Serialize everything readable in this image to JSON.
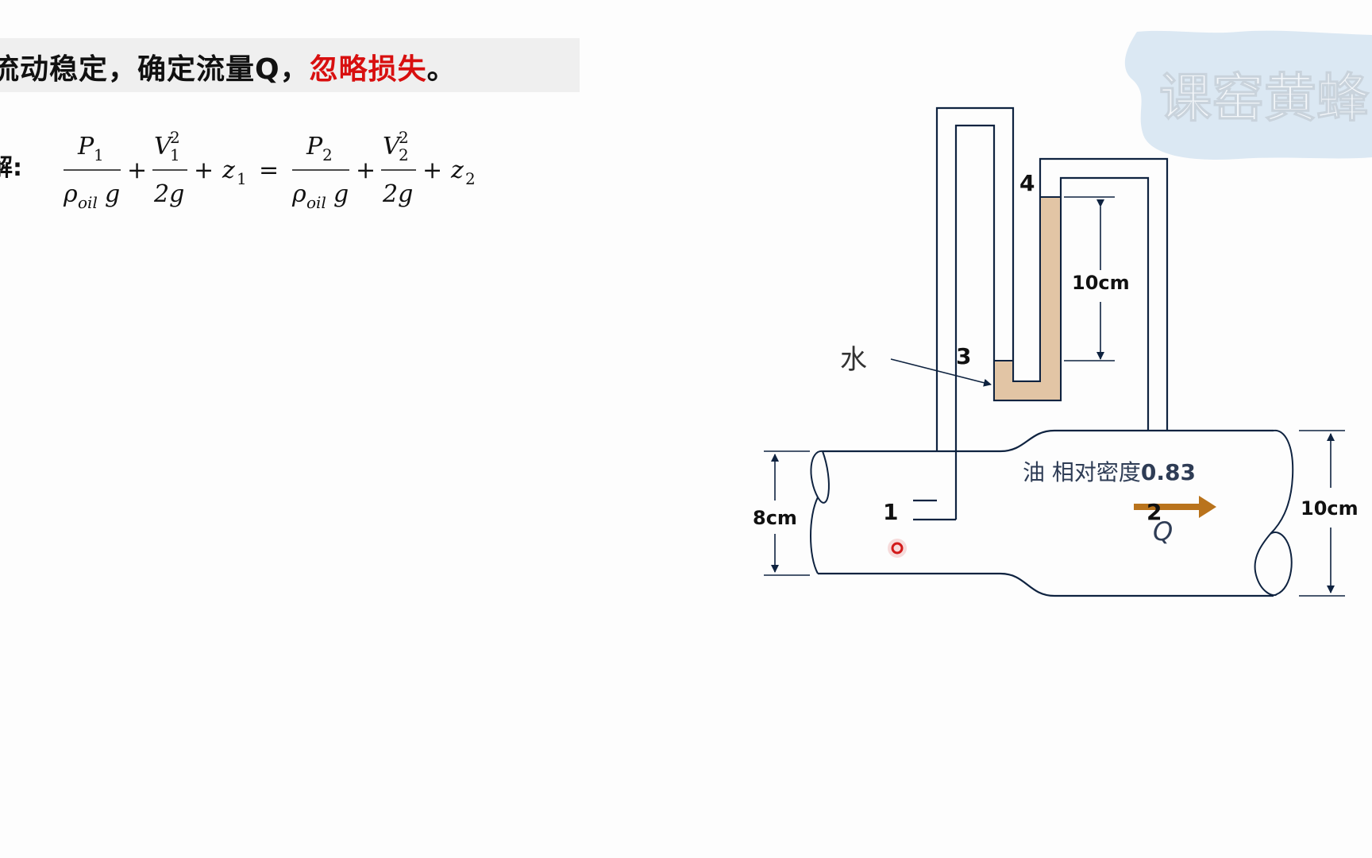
{
  "problem": {
    "statement_main": "流动稳定，确定流量Q，",
    "statement_emphasis": "忽略损失",
    "statement_end": "。"
  },
  "solution": {
    "label": "解:"
  },
  "equation": {
    "p1": "P",
    "p1_sub": "1",
    "v1": "V",
    "v1_sub": "1",
    "v1_sup": "2",
    "z1": "z",
    "z1_sub": "1",
    "p2": "P",
    "p2_sub": "2",
    "v2": "V",
    "v2_sub": "2",
    "v2_sup": "2",
    "z2": "z",
    "z2_sub": "2",
    "rho": "ρ",
    "rho_sub": "oil",
    "g": "g",
    "two_g": "2g",
    "plus": "+",
    "equals": "="
  },
  "diagram": {
    "labels": {
      "water": "水",
      "point1": "1",
      "point2": "2",
      "point3": "3",
      "point4": "4",
      "manometer_height": "10cm",
      "left_diameter": "8cm",
      "right_diameter": "10cm",
      "oil": "油 相对密度",
      "oil_sg": "0.83",
      "flow": "Q"
    },
    "colors": {
      "line": "#0f2340",
      "water_fill": "#e2c5a5",
      "arrow": "#b9731c",
      "pointer": "#d31b1b"
    }
  },
  "watermark": {
    "text": "课窑黄蜂"
  }
}
